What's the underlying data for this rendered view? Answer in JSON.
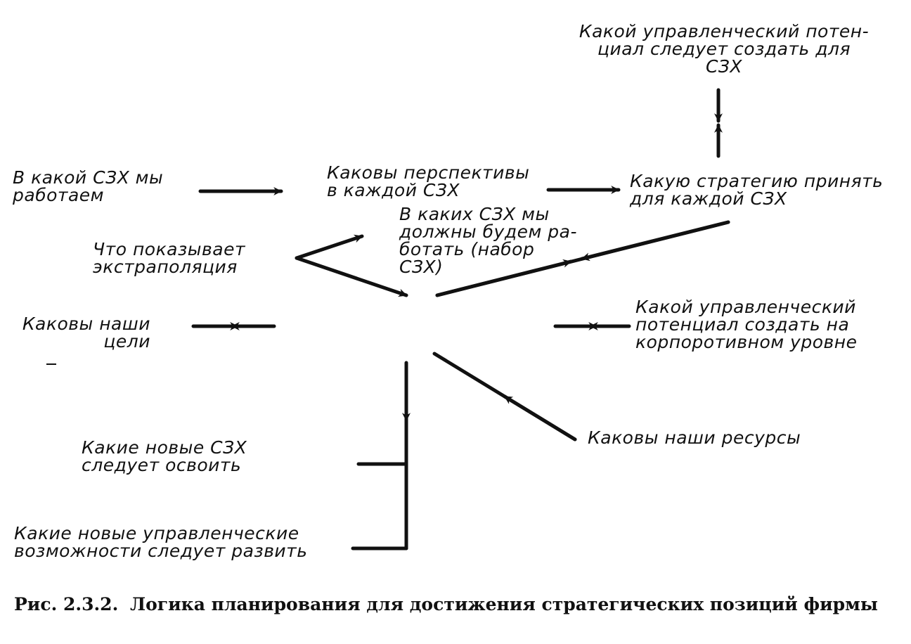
{
  "nodes": {
    "management_potential_szh": [
      "Какой управленческий потен-",
      "циал следует создать для",
      "СЗХ"
    ],
    "which_szh_we_work": [
      "В какой СЗХ мы",
      "работаем"
    ],
    "prospects_each_szh": [
      "Каковы перспективы",
      "в каждой СЗХ"
    ],
    "strategy_each_szh": [
      "Какую стратегию принять",
      "для каждой СЗХ"
    ],
    "extrapolation": [
      "Что показывает",
      "экстраполяция"
    ],
    "szh_set": [
      "В каких СЗХ мы",
      "должны будем ра-",
      "ботать (набор",
      "СЗХ)"
    ],
    "our_goals": [
      "Каковы наши",
      "цели"
    ],
    "corporate_potential": [
      "Какой управленческий",
      "потенциал создать на",
      "корпоротивном уровне"
    ],
    "new_szh": [
      "Какие новые СЗХ",
      "следует освоить"
    ],
    "our_resources": [
      "Каковы наши ресурсы"
    ],
    "new_capabilities": [
      "Какие новые управленческие",
      "возможности следует развить"
    ]
  },
  "caption": {
    "number": "Рис. 2.3.2.",
    "text": "Логика планирования для достижения стратегических позиций фирмы"
  }
}
